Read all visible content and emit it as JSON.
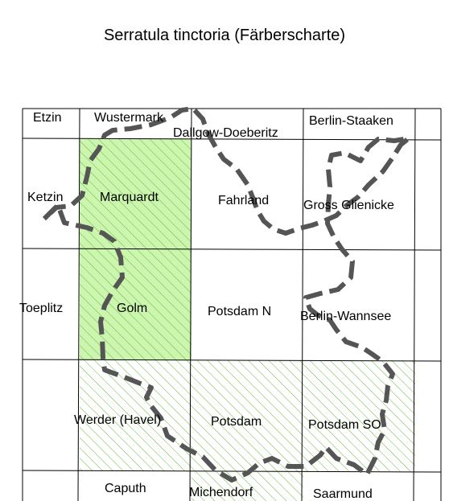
{
  "title": "Serratula tinctoria (Färberscharte)",
  "colors": {
    "solid_fill": "#ccf5b0",
    "hatch_line": "#66bb33",
    "grid_line": "#000000",
    "boundary": "#555555"
  },
  "legend_fill_meaning": "",
  "grid": {
    "rows": [
      [
        "Etzin",
        "Wustermark",
        "Dallgow-Doeberitz",
        "Berlin-Staaken"
      ],
      [
        "Ketzin",
        "Marquardt",
        "Fahrland",
        "Gross Glienicke"
      ],
      [
        "Toeplitz",
        "Golm",
        "Potsdam N",
        "Berlin-Wannsee"
      ],
      [
        "",
        "Werder (Havel)",
        "Potsdam",
        "Potsdam SO"
      ],
      [
        "",
        "Caputh",
        "Michendorf",
        "Saarmund"
      ]
    ]
  },
  "occurrence": {
    "solid_cells": [
      "Marquardt",
      "Golm"
    ],
    "hatched_cells": [
      "Marquardt",
      "Golm",
      "Werder (Havel)",
      "Potsdam",
      "Potsdam SO",
      "Michendorf"
    ]
  }
}
